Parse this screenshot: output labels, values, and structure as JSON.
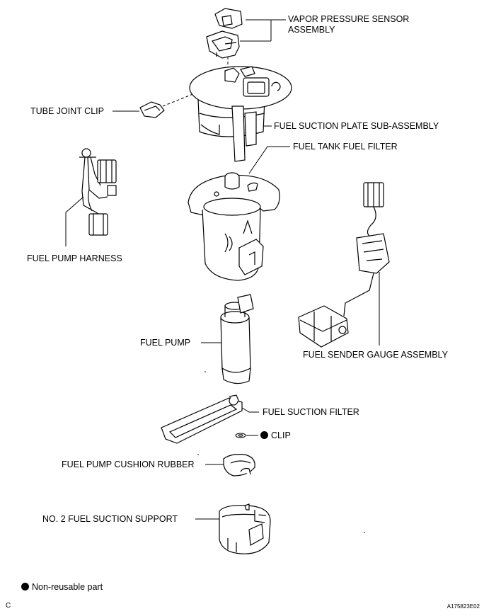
{
  "labels": {
    "vapor_sensor_line1": "VAPOR PRESSURE SENSOR",
    "vapor_sensor_line2": "ASSEMBLY",
    "tube_joint_clip": "TUBE JOINT CLIP",
    "fuel_suction_plate": "FUEL SUCTION PLATE SUB-ASSEMBLY",
    "fuel_tank_filter": "FUEL TANK FUEL FILTER",
    "fuel_pump_harness": "FUEL PUMP HARNESS",
    "fuel_pump": "FUEL PUMP",
    "fuel_sender_gauge": "FUEL SENDER GAUGE ASSEMBLY",
    "fuel_suction_filter": "FUEL SUCTION FILTER",
    "clip": "CLIP",
    "cushion_rubber": "FUEL PUMP CUSHION RUBBER",
    "suction_support": "NO. 2 FUEL SUCTION SUPPORT"
  },
  "legend": {
    "non_reusable": "Non-reusable part"
  },
  "footer": {
    "corner_letter": "C",
    "figure_id": "A175823E02"
  }
}
